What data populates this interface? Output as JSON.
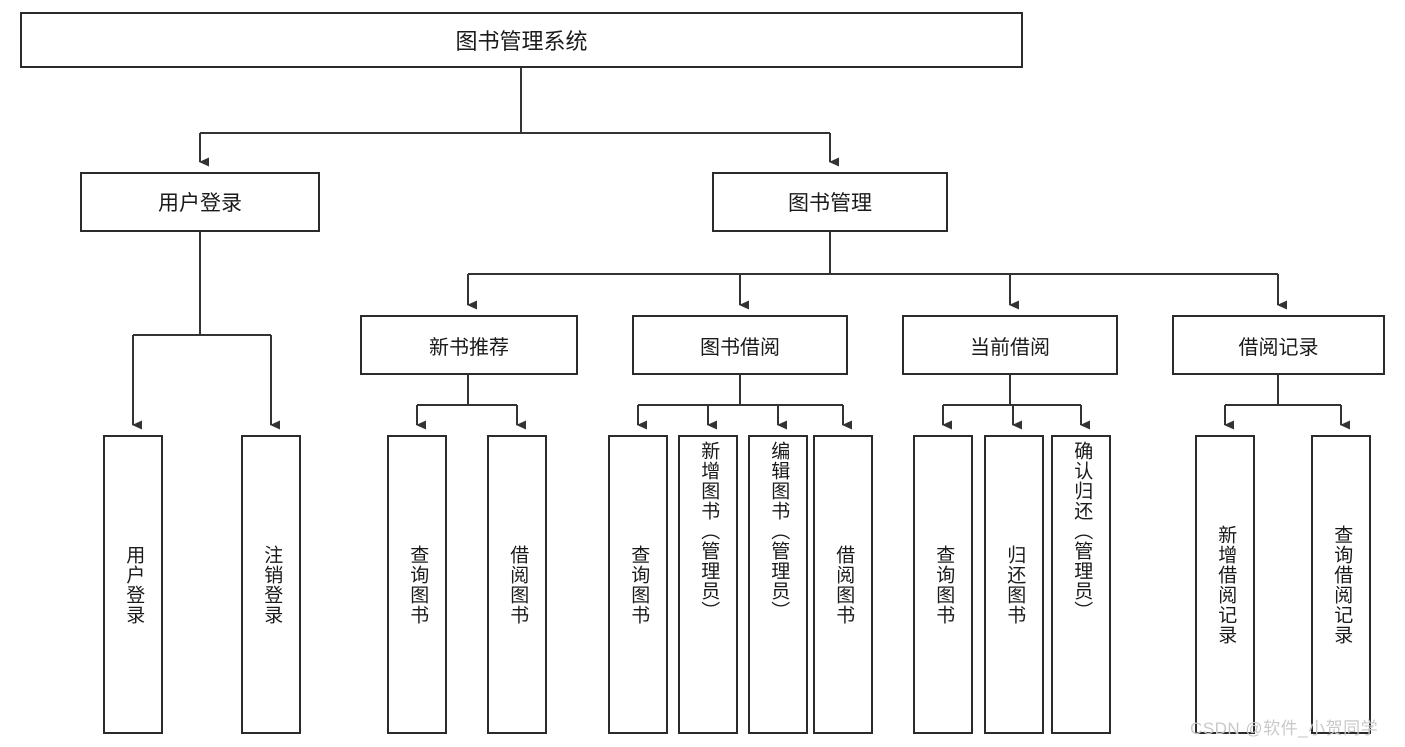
{
  "diagram": {
    "title": "图书管理系统",
    "type": "tree",
    "colors": {
      "border": "#2b2b2b",
      "background": "#ffffff",
      "text": "#1a1a1a",
      "edge": "#333333",
      "watermark": "#c9c9c9"
    },
    "nodes": {
      "root": {
        "label": "图书管理系统"
      },
      "level1": [
        {
          "id": "user-login",
          "label": "用户登录"
        },
        {
          "id": "book-manage",
          "label": "图书管理"
        }
      ],
      "level2": [
        {
          "id": "new-book-recommend",
          "label": "新书推荐"
        },
        {
          "id": "book-borrow",
          "label": "图书借阅"
        },
        {
          "id": "current-borrow",
          "label": "当前借阅"
        },
        {
          "id": "borrow-record",
          "label": "借阅记录"
        }
      ],
      "leaves": {
        "user_login": [
          {
            "id": "leaf-user-login",
            "label": "用户登录"
          },
          {
            "id": "leaf-logout-login",
            "label": "注销登录"
          }
        ],
        "new_book_recommend": [
          {
            "id": "leaf-query-book-1",
            "label": "查询图书"
          },
          {
            "id": "leaf-borrow-book-1",
            "label": "借阅图书"
          }
        ],
        "book_borrow": [
          {
            "id": "leaf-query-book-2",
            "label": "查询图书"
          },
          {
            "id": "leaf-add-book",
            "label": "新增图书（管理员）"
          },
          {
            "id": "leaf-edit-book",
            "label": "编辑图书（管理员）"
          },
          {
            "id": "leaf-borrow-book-2",
            "label": "借阅图书"
          }
        ],
        "current_borrow": [
          {
            "id": "leaf-query-book-3",
            "label": "查询图书"
          },
          {
            "id": "leaf-return-book",
            "label": "归还图书"
          },
          {
            "id": "leaf-confirm-return",
            "label": "确认归还（管理员）"
          }
        ],
        "borrow_record": [
          {
            "id": "leaf-add-record",
            "label": "新增借阅记录"
          },
          {
            "id": "leaf-query-record",
            "label": "查询借阅记录"
          }
        ]
      }
    }
  },
  "watermark": {
    "text": "CSDN @软件_小贺同学"
  }
}
